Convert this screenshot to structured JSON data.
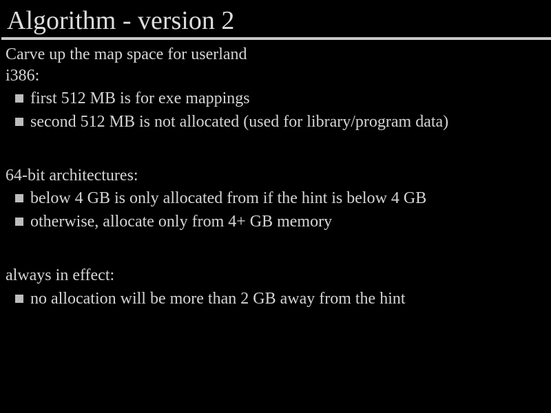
{
  "title": "Algorithm - version 2",
  "intro": "Carve up the map space for userland",
  "sections": [
    {
      "heading": "i386:",
      "bullets": [
        "first 512 MB is for exe mappings",
        "second 512 MB is not allocated (used for library/program data)"
      ]
    },
    {
      "heading": "64-bit architectures:",
      "bullets": [
        "below 4 GB is only allocated from if the hint is below 4 GB",
        "otherwise, allocate only from 4+ GB memory"
      ]
    },
    {
      "heading": "always in effect:",
      "bullets": [
        "no allocation will be more than 2 GB away from the hint"
      ]
    }
  ]
}
